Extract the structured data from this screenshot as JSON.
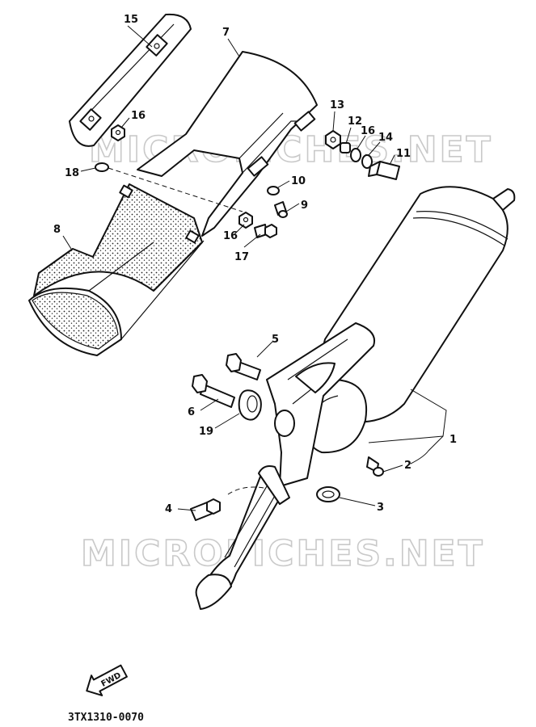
{
  "diagram": {
    "callouts": [
      {
        "id": "1",
        "label": "1"
      },
      {
        "id": "2",
        "label": "2"
      },
      {
        "id": "3",
        "label": "3"
      },
      {
        "id": "4",
        "label": "4"
      },
      {
        "id": "5",
        "label": "5"
      },
      {
        "id": "6",
        "label": "6"
      },
      {
        "id": "7",
        "label": "7"
      },
      {
        "id": "8",
        "label": "8"
      },
      {
        "id": "9",
        "label": "9"
      },
      {
        "id": "10",
        "label": "10"
      },
      {
        "id": "11",
        "label": "11"
      },
      {
        "id": "12",
        "label": "12"
      },
      {
        "id": "13",
        "label": "13"
      },
      {
        "id": "14",
        "label": "14"
      },
      {
        "id": "15",
        "label": "15"
      },
      {
        "id": "16a",
        "label": "16"
      },
      {
        "id": "16b",
        "label": "16"
      },
      {
        "id": "16c",
        "label": "16"
      },
      {
        "id": "17",
        "label": "17"
      },
      {
        "id": "18",
        "label": "18"
      },
      {
        "id": "19",
        "label": "19"
      }
    ],
    "watermark": "MICROFICHES.NET",
    "fwd_label": "FWD",
    "diagram_code": "3TX1310-0070"
  },
  "colors": {
    "ink": "#111111",
    "watermark": "#c9c9c9",
    "background": "#ffffff"
  }
}
